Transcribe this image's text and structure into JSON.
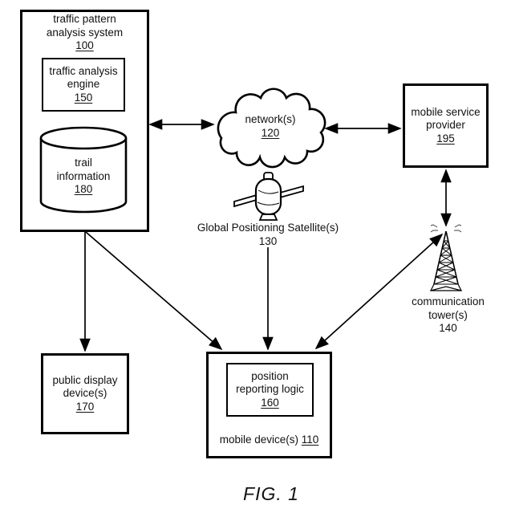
{
  "caption": "FIG. 1",
  "nodes": {
    "system": {
      "line1": "traffic pattern",
      "line2": "analysis system",
      "ref": "100"
    },
    "engine": {
      "line1": "traffic analysis",
      "line2": "engine",
      "ref": "150"
    },
    "trail": {
      "line1": "trail",
      "line2": "information",
      "ref": "180"
    },
    "network": {
      "line1": "network(s)",
      "ref": "120"
    },
    "provider": {
      "line1": "mobile service",
      "line2": "provider",
      "ref": "195"
    },
    "satellite": {
      "label": "Global Positioning Satellite(s)",
      "ref": "130"
    },
    "tower": {
      "line1": "communication",
      "line2": "tower(s)",
      "ref": "140"
    },
    "public_display": {
      "line1": "public display",
      "line2": "device(s)",
      "ref": "170"
    },
    "position_logic": {
      "line1": "position",
      "line2": "reporting logic",
      "ref": "160"
    },
    "mobile_device": {
      "label": "mobile device(s)",
      "ref": "110"
    }
  },
  "colors": {
    "line": "#000000",
    "background": "#ffffff",
    "text": "#111111"
  }
}
